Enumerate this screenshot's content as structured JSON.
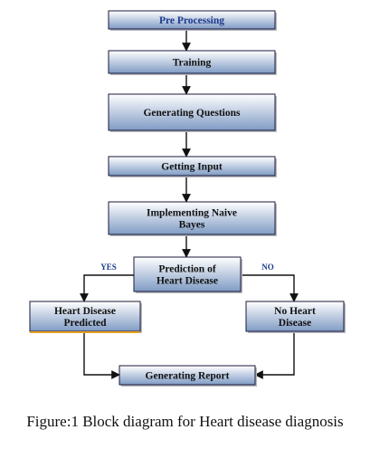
{
  "diagram": {
    "nodes": [
      {
        "id": "pre_processing",
        "lines": [
          "Pre Processing"
        ],
        "text_color": "#1b3a8c"
      },
      {
        "id": "training",
        "lines": [
          "Training"
        ],
        "text_color": "#111111"
      },
      {
        "id": "generating_questions",
        "lines": [
          "Generating Questions"
        ],
        "text_color": "#111111"
      },
      {
        "id": "getting_input",
        "lines": [
          "Getting Input"
        ],
        "text_color": "#111111"
      },
      {
        "id": "implementing_naive_bayes",
        "lines": [
          "Implementing Naive",
          "Bayes"
        ],
        "text_color": "#111111"
      },
      {
        "id": "prediction",
        "lines": [
          "Prediction of",
          "Heart Disease"
        ],
        "text_color": "#111111"
      },
      {
        "id": "heart_disease_predicted",
        "lines": [
          "Heart Disease",
          "Predicted"
        ],
        "text_color": "#111111"
      },
      {
        "id": "no_heart_disease",
        "lines": [
          "No Heart",
          "Disease"
        ],
        "text_color": "#111111"
      },
      {
        "id": "generating_report",
        "lines": [
          "Generating Report"
        ],
        "text_color": "#111111"
      }
    ],
    "edges": [
      {
        "from": "pre_processing",
        "to": "training",
        "label": ""
      },
      {
        "from": "training",
        "to": "generating_questions",
        "label": ""
      },
      {
        "from": "generating_questions",
        "to": "getting_input",
        "label": ""
      },
      {
        "from": "getting_input",
        "to": "implementing_naive_bayes",
        "label": ""
      },
      {
        "from": "implementing_naive_bayes",
        "to": "prediction",
        "label": ""
      },
      {
        "from": "prediction",
        "to": "heart_disease_predicted",
        "label": "YES"
      },
      {
        "from": "prediction",
        "to": "no_heart_disease",
        "label": "NO"
      },
      {
        "from": "heart_disease_predicted",
        "to": "generating_report",
        "label": ""
      },
      {
        "from": "no_heart_disease",
        "to": "generating_report",
        "label": ""
      }
    ]
  },
  "colors": {
    "box_top": "#ffffff",
    "box_bottom": "#7f9bc4",
    "box_border": "#1a1a3a",
    "arrow": "#111111",
    "edge_label": "#1b3a8c",
    "underline_accent": "#e8a020"
  },
  "caption": "Figure:1 Block diagram for Heart disease diagnosis"
}
